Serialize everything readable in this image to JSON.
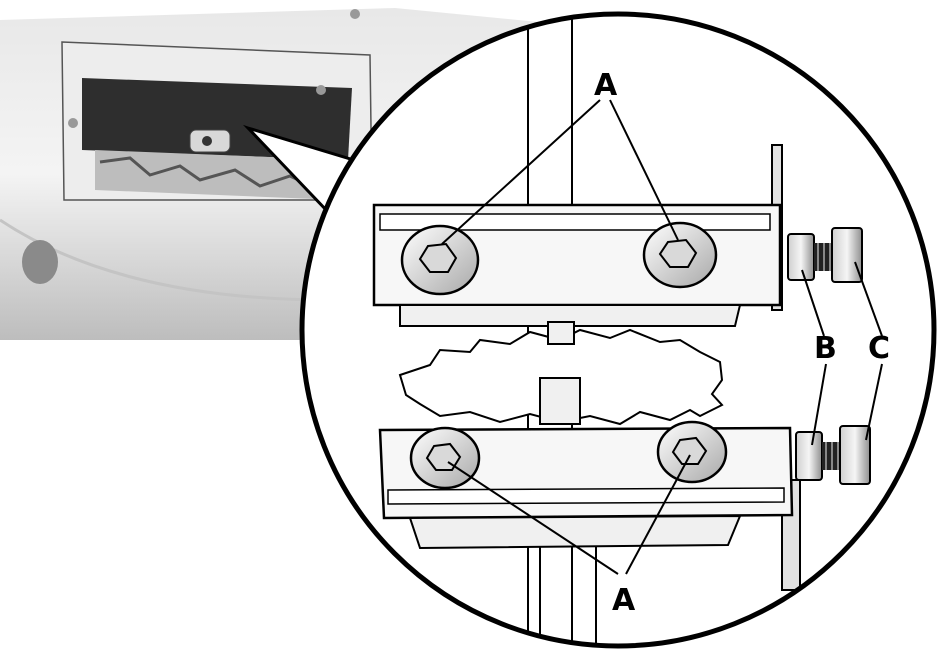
{
  "callouts": {
    "a_top": "A",
    "a_bottom": "A",
    "b": "B",
    "c": "C"
  },
  "colors": {
    "housing_light": "#f2f2f2",
    "housing_mid": "#d9d9d9",
    "housing_dark": "#9a9a9a",
    "line": "#000000",
    "metal": "#e6e6e6"
  }
}
